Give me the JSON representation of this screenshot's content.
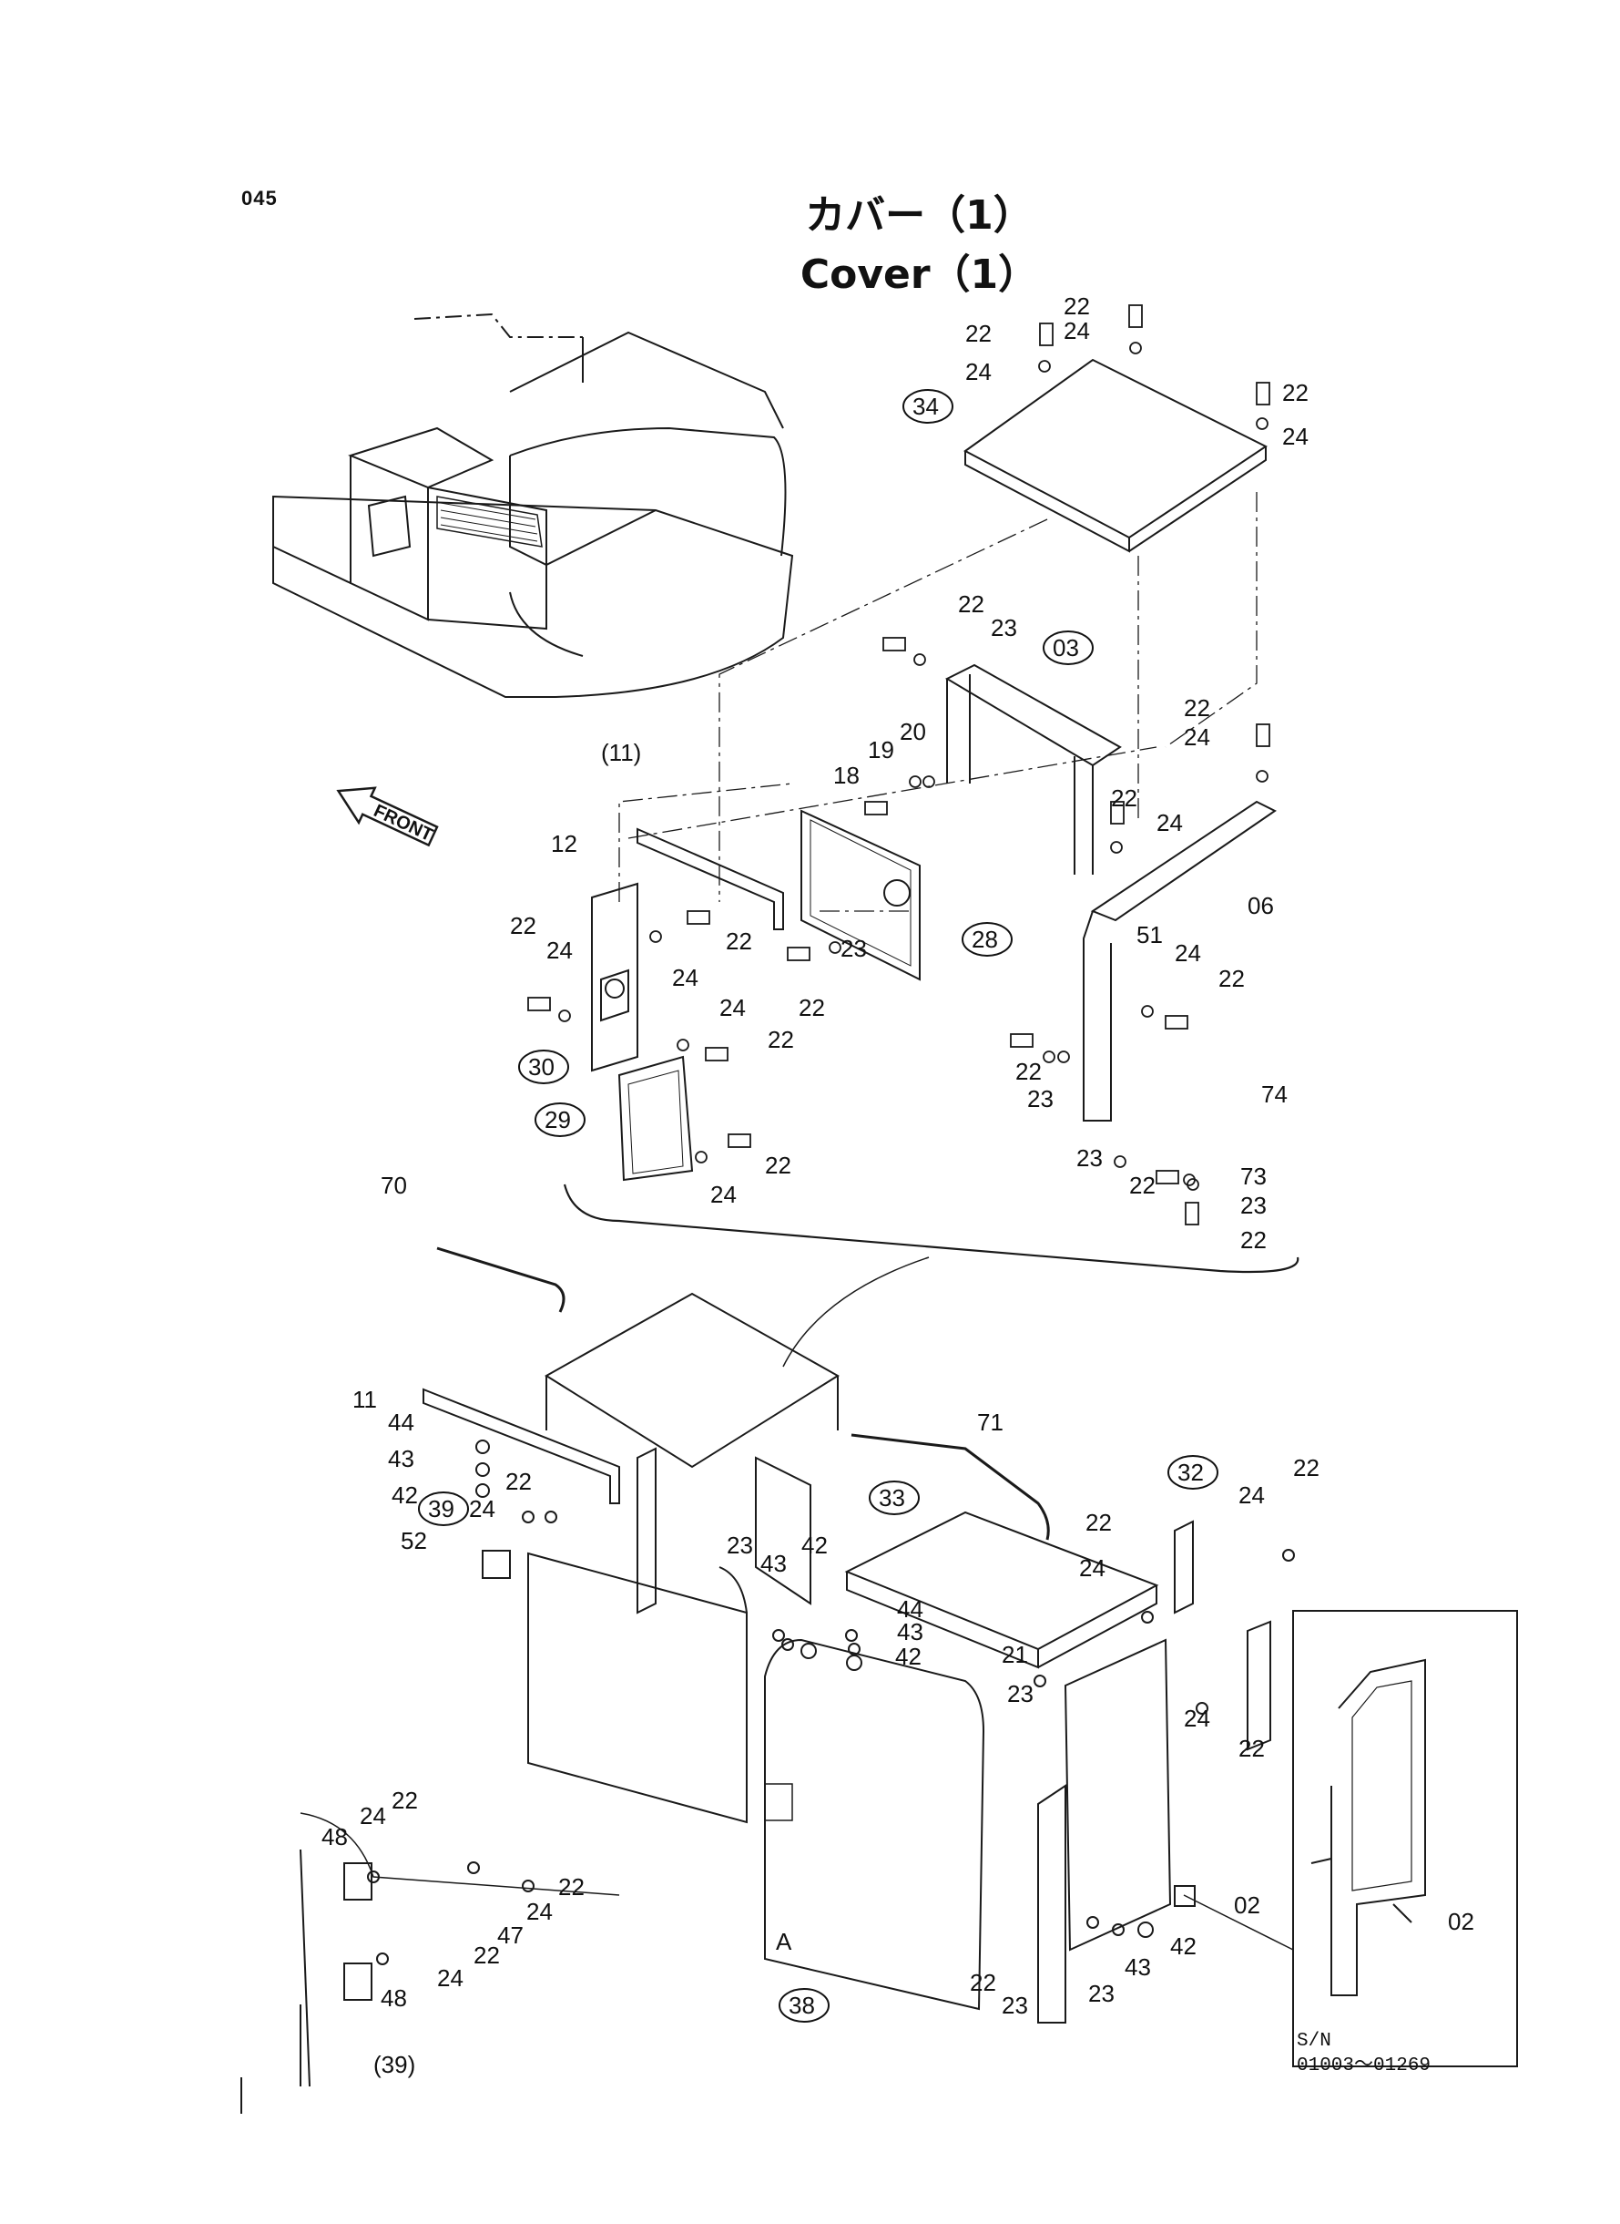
{
  "page": {
    "number": "045",
    "title_ja": "カバー（1）",
    "title_en": "Cover（1）"
  },
  "front_marker": "FRONT",
  "callouts": [
    {
      "id": "c34",
      "text": "34",
      "circled": true
    },
    {
      "id": "c03",
      "text": "03",
      "circled": true
    },
    {
      "id": "c28",
      "text": "28",
      "circled": true
    },
    {
      "id": "c30",
      "text": "30",
      "circled": true
    },
    {
      "id": "c29",
      "text": "29",
      "circled": true
    },
    {
      "id": "c33",
      "text": "33",
      "circled": true
    },
    {
      "id": "c32",
      "text": "32",
      "circled": true
    },
    {
      "id": "c39",
      "text": "39",
      "circled": true
    },
    {
      "id": "c38",
      "text": "38",
      "circled": true
    },
    {
      "id": "c22a",
      "text": "22"
    },
    {
      "id": "c22b",
      "text": "22"
    },
    {
      "id": "c22c",
      "text": "22"
    },
    {
      "id": "c24a",
      "text": "24"
    },
    {
      "id": "c24b",
      "text": "24"
    },
    {
      "id": "c24c",
      "text": "24"
    },
    {
      "id": "c22d",
      "text": "22"
    },
    {
      "id": "c23a",
      "text": "23"
    },
    {
      "id": "c22e",
      "text": "22"
    },
    {
      "id": "c24d",
      "text": "24"
    },
    {
      "id": "c20",
      "text": "20"
    },
    {
      "id": "c19",
      "text": "19"
    },
    {
      "id": "c18",
      "text": "18"
    },
    {
      "id": "c11p",
      "text": "(11)"
    },
    {
      "id": "c12",
      "text": "12"
    },
    {
      "id": "c22f",
      "text": "22"
    },
    {
      "id": "c24e",
      "text": "24"
    },
    {
      "id": "c24f",
      "text": "24"
    },
    {
      "id": "c22g",
      "text": "22"
    },
    {
      "id": "c22h",
      "text": "22"
    },
    {
      "id": "c23b",
      "text": "23"
    },
    {
      "id": "c24g",
      "text": "24"
    },
    {
      "id": "c22i",
      "text": "22"
    },
    {
      "id": "c22j",
      "text": "22"
    },
    {
      "id": "c24h",
      "text": "24"
    },
    {
      "id": "c06",
      "text": "06"
    },
    {
      "id": "c51",
      "text": "51"
    },
    {
      "id": "c24i",
      "text": "24"
    },
    {
      "id": "c22k",
      "text": "22"
    },
    {
      "id": "c22l",
      "text": "22"
    },
    {
      "id": "c23c",
      "text": "23"
    },
    {
      "id": "c74",
      "text": "74"
    },
    {
      "id": "c23d",
      "text": "23"
    },
    {
      "id": "c22m",
      "text": "22"
    },
    {
      "id": "c73",
      "text": "73"
    },
    {
      "id": "c23e",
      "text": "23"
    },
    {
      "id": "c22n",
      "text": "22"
    },
    {
      "id": "c22o",
      "text": "22"
    },
    {
      "id": "c24j",
      "text": "24"
    },
    {
      "id": "c70",
      "text": "70"
    },
    {
      "id": "c11",
      "text": "11"
    },
    {
      "id": "c44a",
      "text": "44"
    },
    {
      "id": "c43a",
      "text": "43"
    },
    {
      "id": "c42a",
      "text": "42"
    },
    {
      "id": "c22p",
      "text": "22"
    },
    {
      "id": "c24k",
      "text": "24"
    },
    {
      "id": "c52",
      "text": "52"
    },
    {
      "id": "c71",
      "text": "71"
    },
    {
      "id": "c23f",
      "text": "23"
    },
    {
      "id": "c43b",
      "text": "43"
    },
    {
      "id": "c42b",
      "text": "42"
    },
    {
      "id": "c44b",
      "text": "44"
    },
    {
      "id": "c43c",
      "text": "43"
    },
    {
      "id": "c42c",
      "text": "42"
    },
    {
      "id": "c22q",
      "text": "22"
    },
    {
      "id": "c24l",
      "text": "24"
    },
    {
      "id": "c24m",
      "text": "24"
    },
    {
      "id": "c22r",
      "text": "22"
    },
    {
      "id": "c21",
      "text": "21"
    },
    {
      "id": "c23g",
      "text": "23"
    },
    {
      "id": "c24n",
      "text": "24"
    },
    {
      "id": "c22s",
      "text": "22"
    },
    {
      "id": "c02a",
      "text": "02"
    },
    {
      "id": "c02b",
      "text": "02"
    },
    {
      "id": "c42d",
      "text": "42"
    },
    {
      "id": "c43d",
      "text": "43"
    },
    {
      "id": "c23h",
      "text": "23"
    },
    {
      "id": "c22t",
      "text": "22"
    },
    {
      "id": "c23i",
      "text": "23"
    },
    {
      "id": "cA",
      "text": "A"
    },
    {
      "id": "c48a",
      "text": "48"
    },
    {
      "id": "c24o",
      "text": "24"
    },
    {
      "id": "c22u",
      "text": "22"
    },
    {
      "id": "c22v",
      "text": "22"
    },
    {
      "id": "c24p",
      "text": "24"
    },
    {
      "id": "c47",
      "text": "47"
    },
    {
      "id": "c22w",
      "text": "22"
    },
    {
      "id": "c24q",
      "text": "24"
    },
    {
      "id": "c48b",
      "text": "48"
    },
    {
      "id": "c39p",
      "text": "(39)"
    }
  ],
  "inset": {
    "sn_label": "S/N",
    "sn_range": "01003～01269"
  }
}
